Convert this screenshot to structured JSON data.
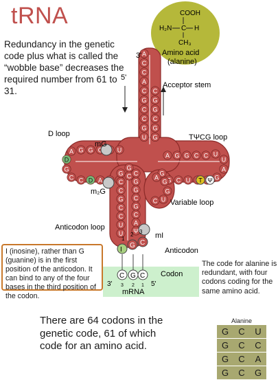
{
  "title": "tRNA",
  "intro": "Redundancy in the genetic code plus what is called the “wobble base” decreases the required number from 61 to 31.",
  "amino_acid": {
    "formula_top": "COOH",
    "formula_mid_left": "H₂N",
    "formula_mid_c": "C",
    "formula_mid_right": "H",
    "formula_bottom": "CH₃",
    "name_line1": "Amino acid",
    "name_line2": "(alanine)"
  },
  "labels": {
    "three_prime_top": "3'",
    "five_prime_top": "5'",
    "acceptor_stem": "Acceptor stem",
    "d_loop": "D loop",
    "tpsicg_loop": "TΨCG loop",
    "mg": "mG",
    "m2g": "m₂G",
    "variable_loop": "Variable loop",
    "anticodon_loop": "Anticodon loop",
    "mi": "mI",
    "anticodon": "Anticodon",
    "codon": "Codon",
    "mrna": "mRNA",
    "mrna_3": "3'",
    "mrna_5": "5'",
    "pos1": "1",
    "pos2": "2",
    "pos3": "3"
  },
  "acceptor_bases_left": [
    "A",
    "C",
    "C",
    "A",
    "C",
    "G",
    "C",
    "C",
    "G",
    "U"
  ],
  "acceptor_bases_right": [
    "C",
    "G",
    "G",
    "C",
    "G",
    "G"
  ],
  "d_loop_bases": [
    "U",
    "G",
    "C",
    "G",
    "G",
    "A",
    "D",
    "G",
    "C",
    "C",
    "D",
    "A",
    "C",
    "G",
    "C",
    "G"
  ],
  "t_loop_bases": [
    "A",
    "G",
    "G",
    "C",
    "C",
    "U",
    "U",
    "A",
    "G",
    "C",
    "C",
    "U",
    "C",
    "G",
    "G",
    "T",
    "Ψ"
  ],
  "anticodon_stem_left": [
    "G",
    "C",
    "C",
    "G",
    "C",
    "C",
    "U",
    "U"
  ],
  "anticodon_stem_right": [
    "C",
    "G",
    "G",
    "C",
    "G",
    "C",
    "A",
    "Ψ"
  ],
  "variable_loop_bases": [
    "A",
    "G",
    "G",
    "U",
    "C"
  ],
  "anticodon_triplet": [
    "I",
    "G",
    "C"
  ],
  "codon_triplet": [
    "C",
    "G",
    "C"
  ],
  "codon_nums": [
    "3",
    "2",
    "1"
  ],
  "inosine_note": "I (inosine), rather than G (guanine) is in the first position of the anticodon. It can bind to any of the four bases in the third position of the codon.",
  "alanine_note": "The code for alanine is redundant, with four codons coding for the same  amino acid.",
  "bottom_note": "There are 64 codons in the genetic code, 61 of which code for an amino acid.",
  "alanine_table": {
    "title": "Alanine",
    "rows": [
      [
        "G",
        "C",
        "U"
      ],
      [
        "G",
        "C",
        "C"
      ],
      [
        "G",
        "C",
        "A"
      ],
      [
        "G",
        "C",
        "G"
      ]
    ]
  },
  "colors": {
    "body": "#c0504d",
    "body_dark": "#8b2a28",
    "accent": "#c0504d",
    "amino": "#b5b83a",
    "codon_bg": "#cdf0cd",
    "d_base": "#78b878",
    "t_base": "#e0c020"
  }
}
